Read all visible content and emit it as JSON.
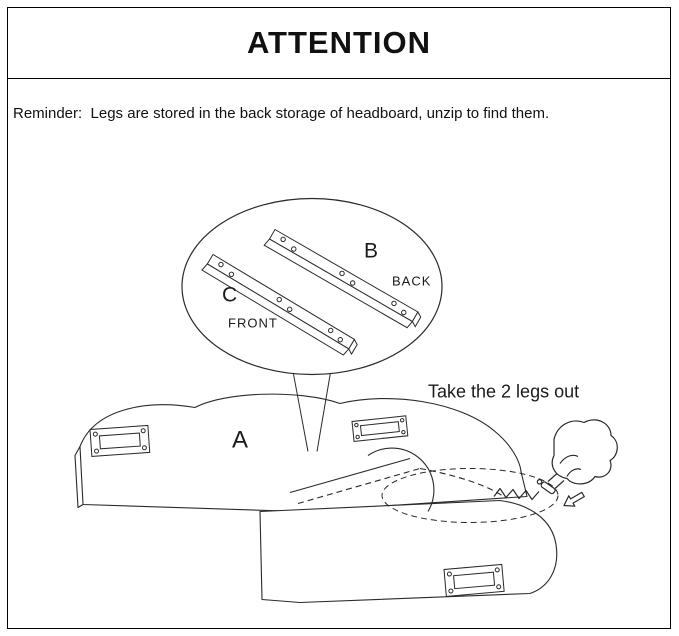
{
  "header": {
    "title": "ATTENTION"
  },
  "content": {
    "reminder": "Reminder:  Legs are stored in the back storage of headboard, unzip to find them."
  },
  "diagram": {
    "callout": {
      "leg_b_label": "B",
      "leg_b_caption": "BACK",
      "leg_c_label": "C",
      "leg_c_caption": "FRONT"
    },
    "headboard_label": "A",
    "instruction": "Take the 2 legs out",
    "colors": {
      "line": "#2a2a2a",
      "border": "#000000",
      "background": "#ffffff"
    }
  }
}
